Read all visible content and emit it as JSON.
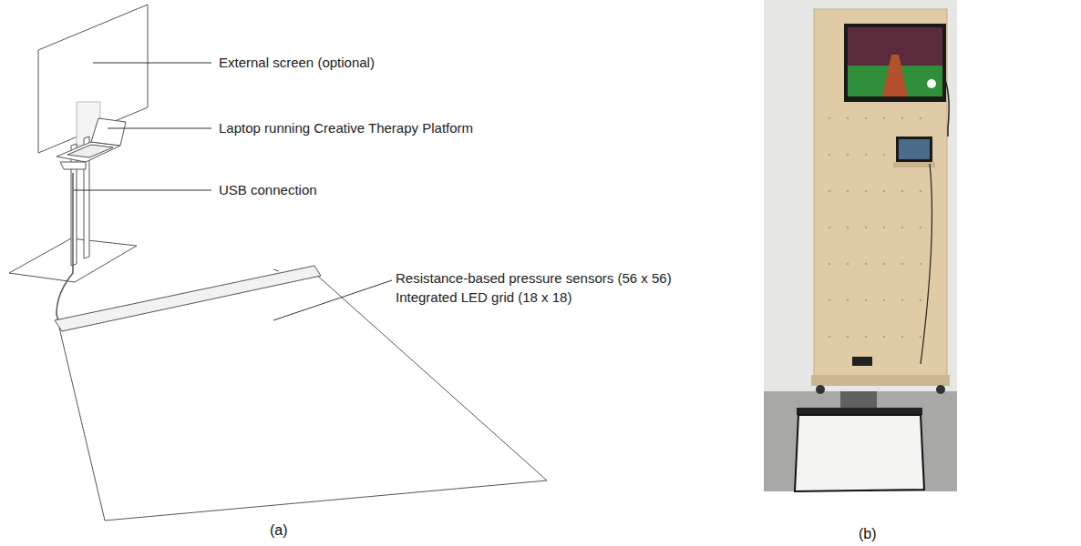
{
  "diagram": {
    "labels": [
      "External screen (optional)",
      "Laptop running Creative Therapy Platform",
      "USB connection",
      "Resistance-based pressure sensors (56 x 56)",
      "Integrated LED grid (18 x 18)",
      "(a)",
      "(b)"
    ]
  }
}
